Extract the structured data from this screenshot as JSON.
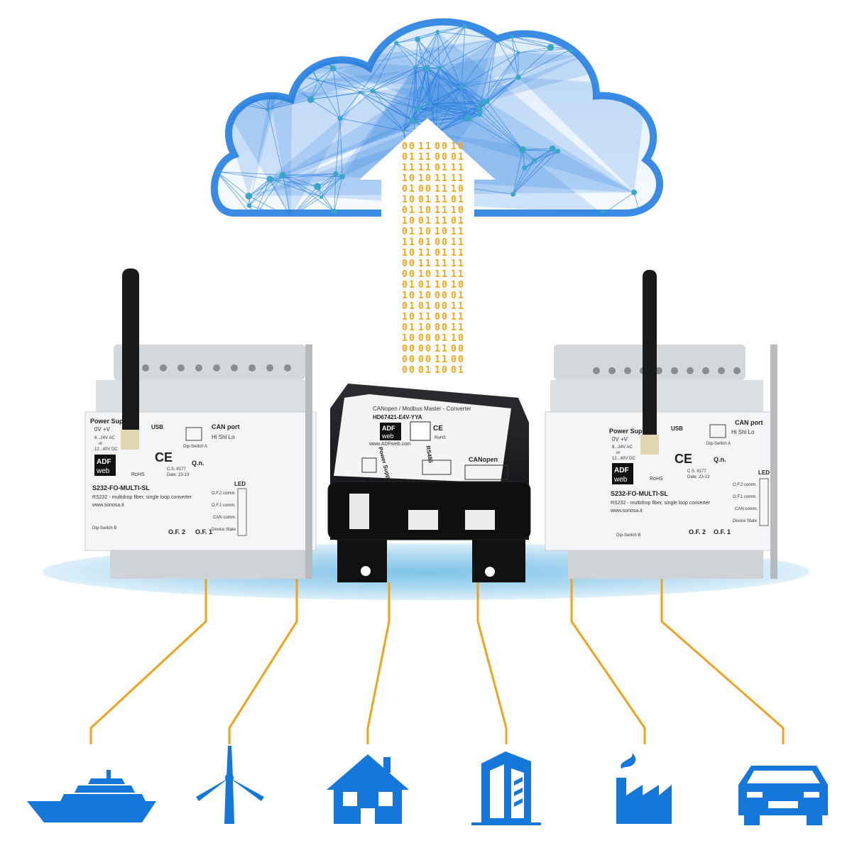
{
  "colors": {
    "accent_blue": "#1577d9",
    "cloud_blue": "#2f86e0",
    "wire_orange": "#f0a21c",
    "platform_blue": "#a9d6f0"
  },
  "binary_columns": [
    "0011010101100010101000",
    "1111001010111010110000",
    "0001111110011100000111",
    "1011101011111101111000"
  ],
  "devices": {
    "left": {
      "power_supply": "Power Supply",
      "voltage": "0V  +V",
      "range_ac": "8...24V AC",
      "range_or": "or",
      "range_dc": "12...40V DC",
      "usb": "USB",
      "can_port": "CAN port",
      "can_pins": "Hi  Shl  Lo",
      "dip_a": "Dip-Switch A",
      "qn": "Q.n.",
      "brand_top": "ADF",
      "brand_bottom": "web",
      "ce": "CE",
      "rohs": "RoHS",
      "cs": "C.S. 8177",
      "date": "Date: 23-13",
      "model": "S232-FO-MULTI-SL",
      "desc": "RS232 - multidrop fiber, single loop converter",
      "site": "www.sonosa.it",
      "led": "LED",
      "of2_comm": "O.F.2 comm.",
      "of1_comm": "O.F.1 comm.",
      "can_comm": "CAN comm.",
      "device_state": "Device State",
      "dip_b": "Dip-Switch B",
      "of2": "O.F. 2",
      "of1": "O.F. 1"
    },
    "center": {
      "title": "CANopen / Modbus Master - Converter",
      "model": "HD67421-E4V-YYA",
      "brand_top": "ADF",
      "brand_bottom": "web",
      "site": "www.ADFweb.com",
      "power_supply": "Power Supply",
      "rs485": "RS485",
      "canopen": "CANopen",
      "ce": "CE",
      "rohs": "RoHS"
    }
  },
  "icons": [
    "ship-icon",
    "wind-turbine-icon",
    "house-icon",
    "building-icon",
    "factory-icon",
    "car-icon"
  ]
}
